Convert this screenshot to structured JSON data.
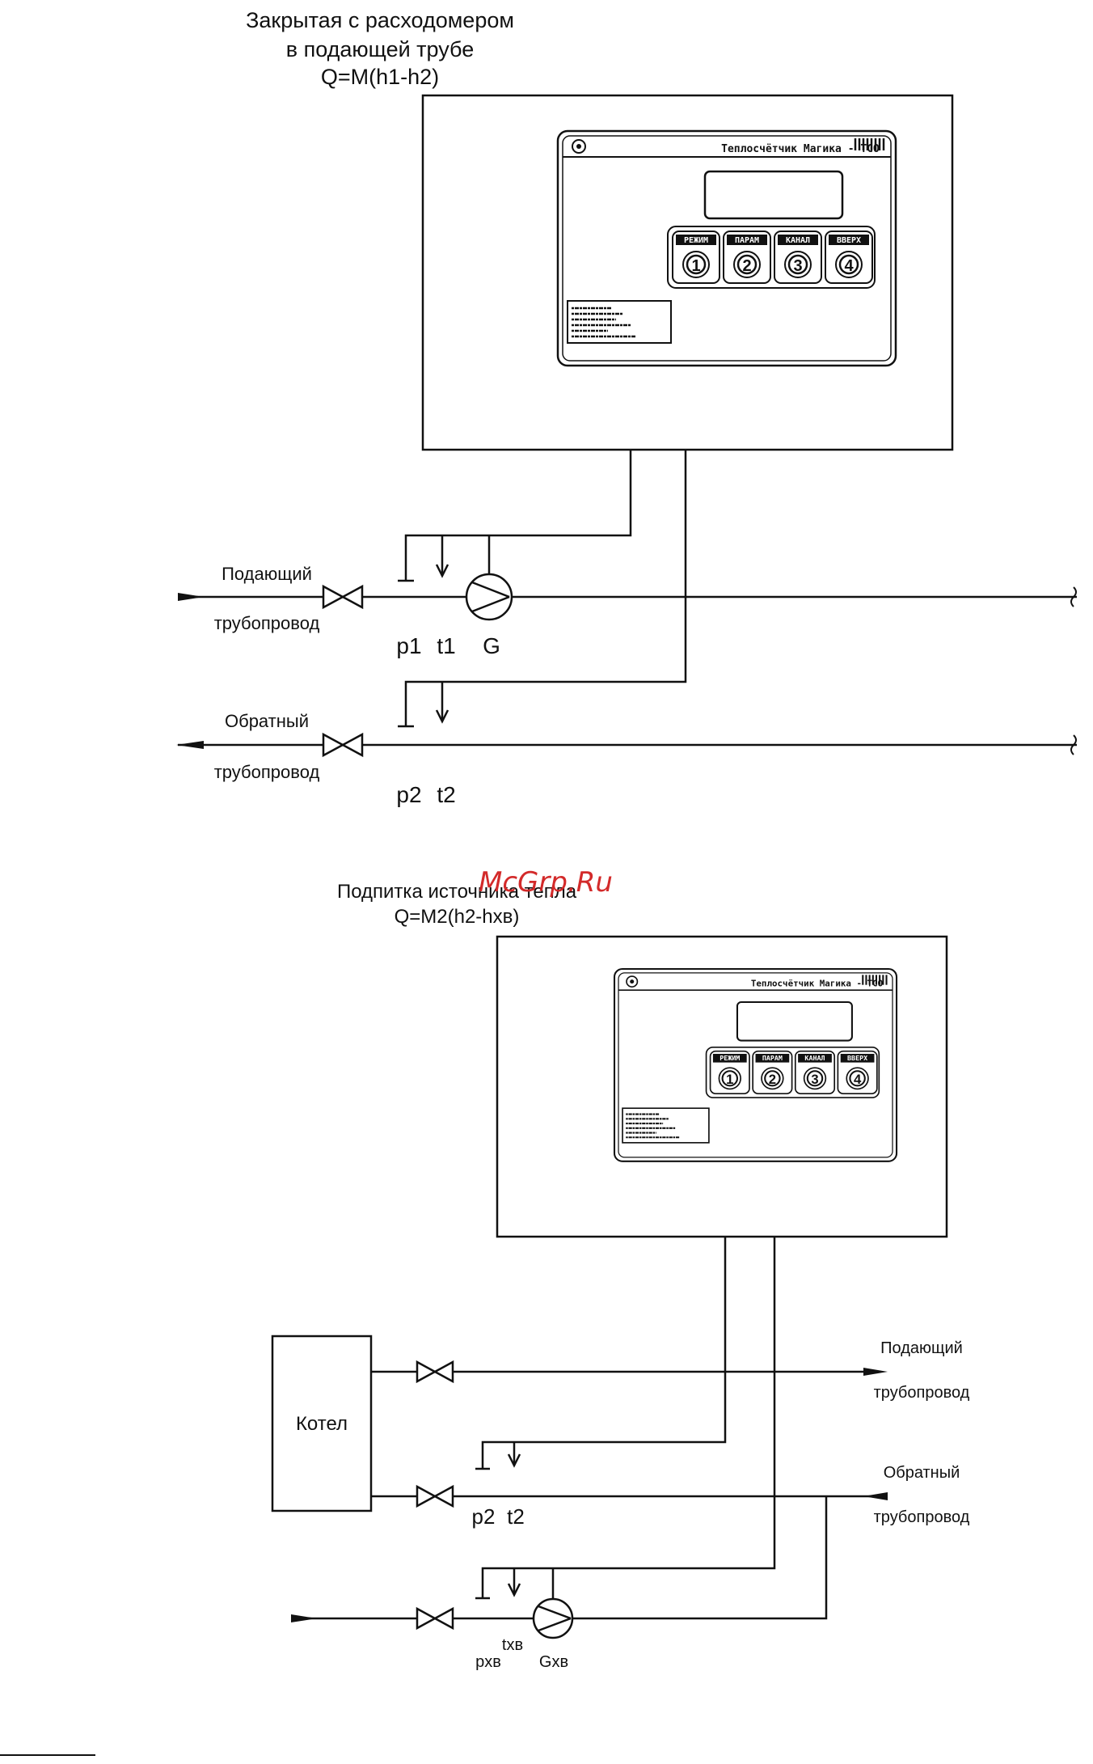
{
  "diagram1": {
    "title_line1": "Закрытая с расходомером",
    "title_line2": "в подающей трубе",
    "formula": "Q=M(h1-h2)",
    "supply_label_1": "Подающий",
    "supply_label_2": "трубопровод",
    "return_label_1": "Обратный",
    "return_label_2": "трубопровод",
    "sensor_p1": "p1",
    "sensor_t1": "t1",
    "sensor_g": "G",
    "sensor_p2": "p2",
    "sensor_t2": "t2"
  },
  "watermark": "McGrp.Ru",
  "diagram2": {
    "title": "Подпитка источника тепла",
    "formula": "Q=M2(h2-hхв)",
    "boiler": "Котел",
    "supply_label_1": "Подающий",
    "supply_label_2": "трубопровод",
    "return_label_1": "Обратный",
    "return_label_2": "трубопровод",
    "sensor_p2": "p2",
    "sensor_t2": "t2",
    "sensor_txv": "tхв",
    "sensor_pxv": "pхв",
    "sensor_gxv": "Gхв"
  },
  "device": {
    "title": "Теплосчётчик Магика - ТСО",
    "buttons": [
      {
        "label": "РЕЖИМ",
        "number": "1"
      },
      {
        "label": "ПАРАМ",
        "number": "2"
      },
      {
        "label": "КАНАЛ",
        "number": "3"
      },
      {
        "label": "ВВЕРХ",
        "number": "4"
      }
    ]
  }
}
